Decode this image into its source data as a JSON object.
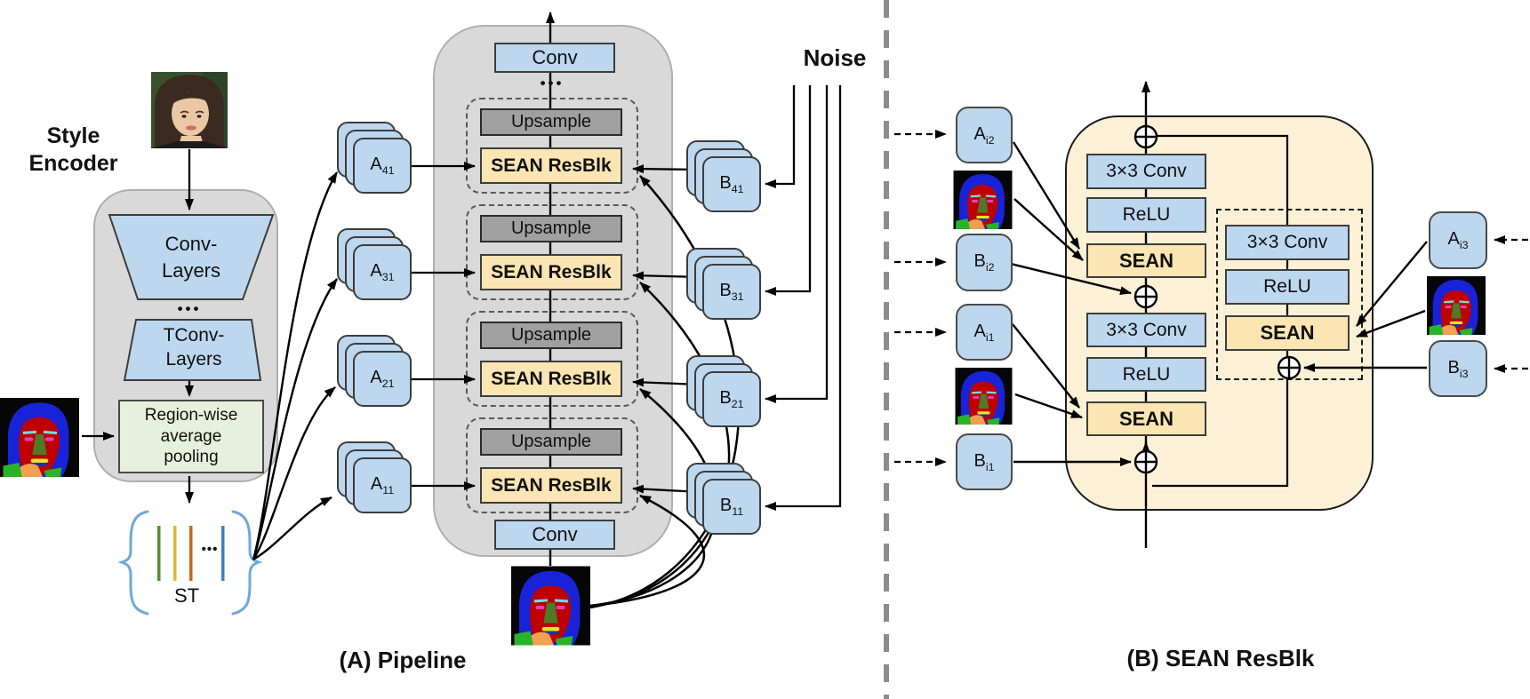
{
  "panel_a": {
    "caption": "(A) Pipeline",
    "style_encoder": {
      "label_line1": "Style",
      "label_line2": "Encoder",
      "conv_line1": "Conv-",
      "conv_line2": "Layers",
      "dots": "•••",
      "tconv_line1": "TConv-",
      "tconv_line2": "Layers",
      "pooling_line1": "Region-wise",
      "pooling_line2": "average",
      "pooling_line3": "pooling"
    },
    "st": {
      "label": "ST",
      "dots": "•••"
    },
    "generator": {
      "conv_top": "Conv",
      "dots": "•••",
      "upsample": "Upsample",
      "sean_resblk": "SEAN ResBlk",
      "conv_bottom": "Conv"
    },
    "a_stacks": [
      {
        "base": "A",
        "sub": "41"
      },
      {
        "base": "A",
        "sub": "31"
      },
      {
        "base": "A",
        "sub": "21"
      },
      {
        "base": "A",
        "sub": "11"
      }
    ],
    "b_stacks": [
      {
        "base": "B",
        "sub": "41"
      },
      {
        "base": "B",
        "sub": "31"
      },
      {
        "base": "B",
        "sub": "21"
      },
      {
        "base": "B",
        "sub": "11"
      }
    ],
    "noise_label": "Noise"
  },
  "panel_b": {
    "caption": "(B) SEAN ResBlk",
    "left_inputs": [
      {
        "base": "A",
        "sub": "i2"
      },
      {
        "base": "B",
        "sub": "i2"
      },
      {
        "base": "A",
        "sub": "i1"
      },
      {
        "base": "B",
        "sub": "i1"
      }
    ],
    "right_inputs": [
      {
        "base": "A",
        "sub": "i3"
      },
      {
        "base": "B",
        "sub": "i3"
      }
    ],
    "main_blocks": {
      "conv1": "3×3 Conv",
      "relu1": "ReLU",
      "sean1": "SEAN",
      "conv2": "3×3 Conv",
      "relu2": "ReLU",
      "sean2": "SEAN"
    },
    "branch_blocks": {
      "conv": "3×3 Conv",
      "relu": "ReLU",
      "sean": "SEAN"
    }
  },
  "colors": {
    "box_blue": "#BDD7EE",
    "box_yellow": "#FBE5B2",
    "container_gray": "#D9D9D9",
    "container_cream": "#FCF1D6",
    "upsample_gray": "#A0A0A0",
    "pooling_green": "#E7F0DC",
    "brace_blue": "#6FA8DC",
    "arrow_black": "#000000"
  }
}
